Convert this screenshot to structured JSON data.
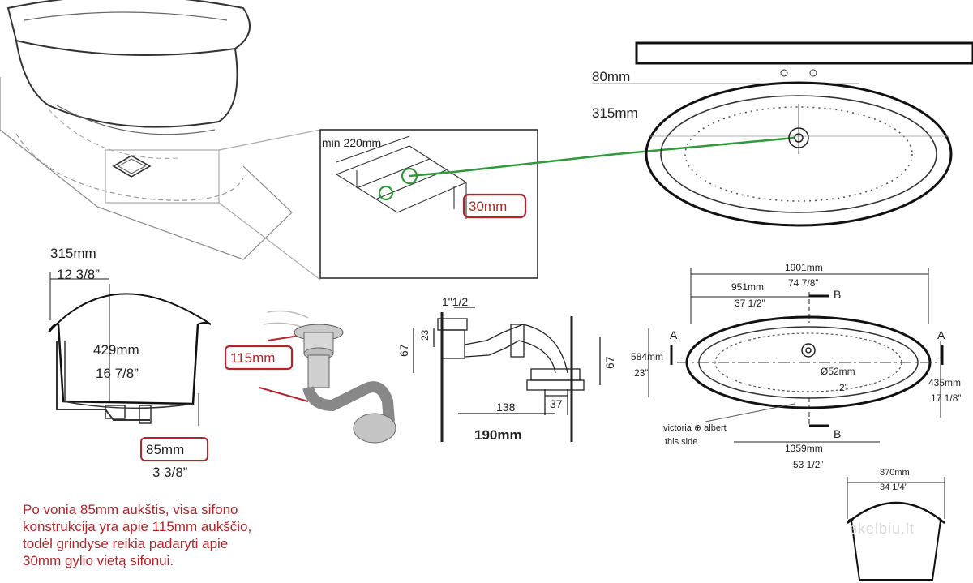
{
  "inset_labels": {
    "min_width": "min 220mm",
    "depth": "30mm"
  },
  "top_oval": {
    "rim_height": "80mm",
    "drain_offset": "315mm"
  },
  "section_view": {
    "drain_offset_mm": "315mm",
    "drain_offset_in": "12 3/8”",
    "height_mm": "429mm",
    "height_in": "16 7/8”",
    "foot_mm": "85mm",
    "foot_in": "3 3/8”"
  },
  "siphon_photo": {
    "height_label": "115mm"
  },
  "siphon_drawing": {
    "thread": "1\"1/2",
    "dim_23": "23",
    "dim_67_left": "67",
    "dim_67_right": "67",
    "dim_138": "138",
    "dim_37": "37",
    "total": "190mm"
  },
  "plan_view": {
    "length_mm": "1901mm",
    "length_in": "74 7/8”",
    "half_mm": "951mm",
    "half_in": "37 1/2”",
    "width_mm": "584mm",
    "width_in": "23”",
    "drain_dia_mm": "Ø52mm",
    "drain_dia_in": "2”",
    "inner_width_mm": "435mm",
    "inner_width_in": "17 1/8”",
    "base_mm": "1359mm",
    "base_in": "53 1/2”",
    "section_a": "A",
    "section_b": "B",
    "brand": "victoria ⊕ albert",
    "this_side": "this side"
  },
  "end_view": {
    "width_mm": "870mm",
    "width_in": "34 1/4”"
  },
  "note_lines": [
    "Po vonia 85mm aukštis, visa sifono",
    "konstrukcija yra apie 115mm aukščio,",
    "todėl grindyse reikia padaryti apie",
    "30mm gylio vietą sifonui."
  ],
  "watermark": "skelbiu.lt",
  "colors": {
    "line": "#222222",
    "green": "#2e9a3a",
    "red": "#b3252b",
    "grey": "#9a9a9a"
  }
}
